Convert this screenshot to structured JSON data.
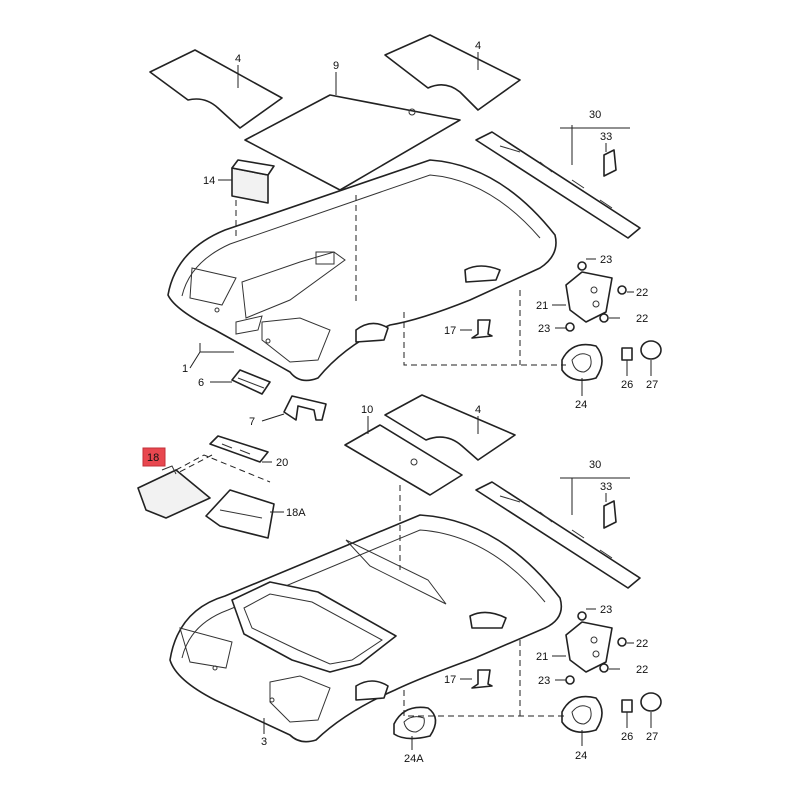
{
  "highlight": {
    "label": "18",
    "color": "#e8474f"
  },
  "labels": {
    "l1": "1",
    "l3": "3",
    "l4a": "4",
    "l4b": "4",
    "l4c": "4",
    "l6": "6",
    "l7": "7",
    "l9": "9",
    "l10": "10",
    "l14": "14",
    "l17a": "17",
    "l17b": "17",
    "l18": "18",
    "l18A": "18A",
    "l20": "20",
    "l21a": "21",
    "l21b": "21",
    "l22a": "22",
    "l22b": "22",
    "l22c": "22",
    "l22d": "22",
    "l23a": "23",
    "l23b": "23",
    "l23c": "23",
    "l23d": "23",
    "l24": "24",
    "l24A": "24A",
    "l26a": "26",
    "l26b": "26",
    "l27a": "27",
    "l27b": "27",
    "l30a": "30",
    "l30b": "30",
    "l33a": "33",
    "l33b": "33"
  }
}
